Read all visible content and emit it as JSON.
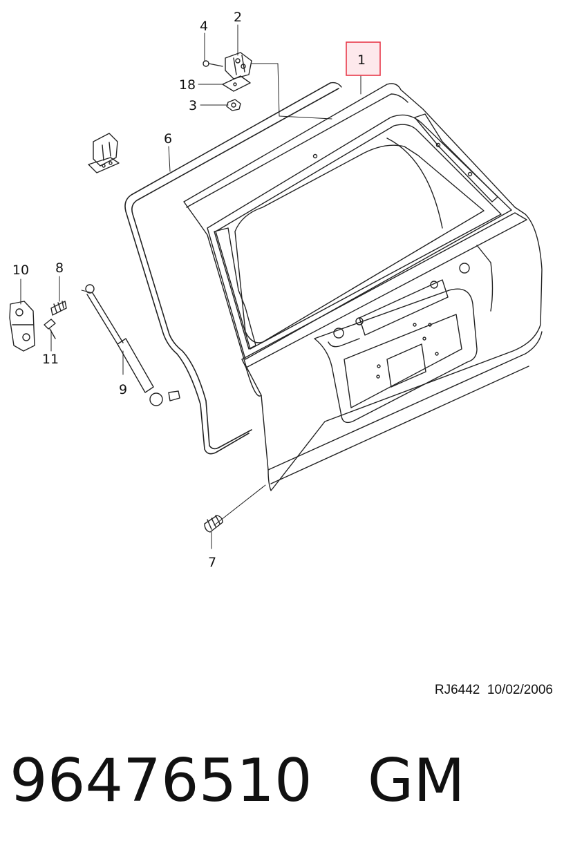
{
  "callouts": {
    "c1": "1",
    "c2": "2",
    "c3": "3",
    "c4": "4",
    "c6": "6",
    "c7": "7",
    "c8": "8",
    "c9": "9",
    "c10": "10",
    "c11": "11",
    "c18": "18"
  },
  "highlight_color": "#e8394a",
  "highlight_fill": "#fde9ec",
  "drawing_ref": "RJ6442  10/02/2006",
  "part_number": "96476510",
  "brand": "GM"
}
